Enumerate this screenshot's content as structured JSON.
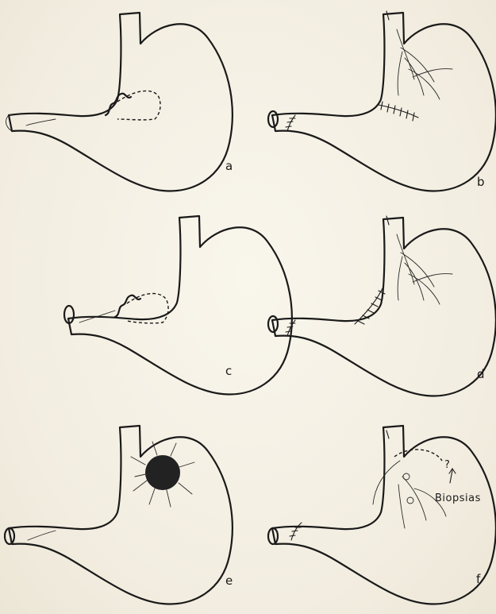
{
  "figure": {
    "panels": [
      {
        "id": "a",
        "label": "a"
      },
      {
        "id": "b",
        "label": "b"
      },
      {
        "id": "c",
        "label": "c"
      },
      {
        "id": "d",
        "label": "d"
      },
      {
        "id": "e",
        "label": "e"
      },
      {
        "id": "f",
        "label": "f"
      }
    ],
    "annotation": "Biopsias",
    "annotation_mark": "?"
  },
  "colors": {
    "ink": "#1a1a1a",
    "paper": "#f6f2e6",
    "tumor": "#222222"
  }
}
